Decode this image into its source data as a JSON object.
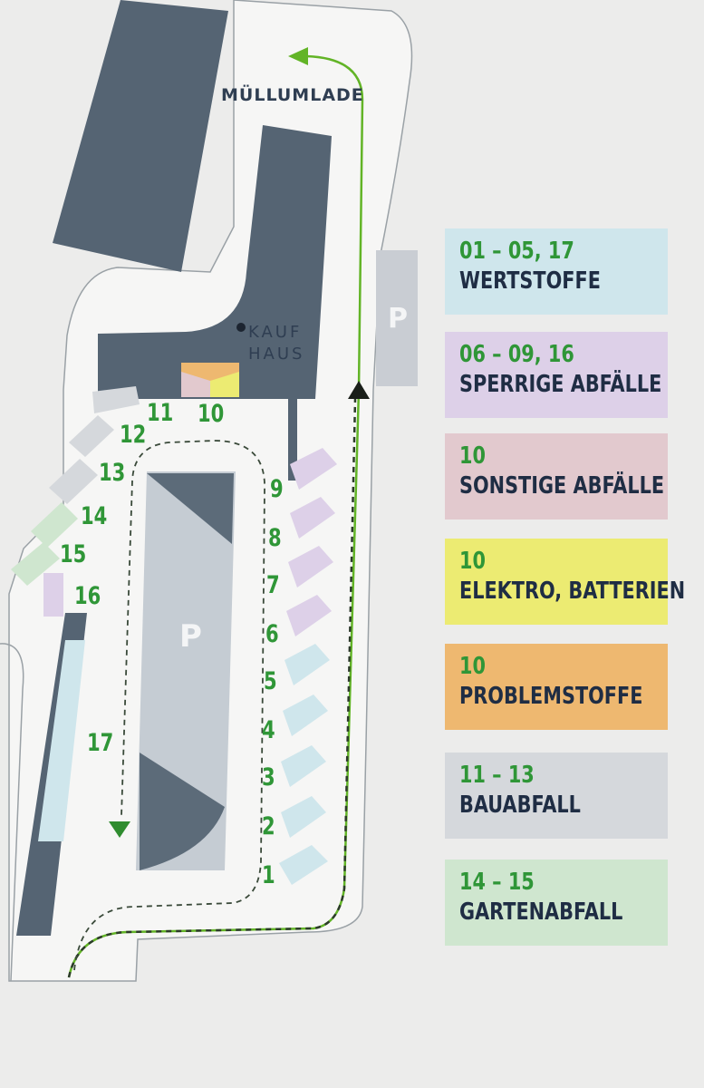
{
  "map": {
    "labels": {
      "muellumlade": "MÜLLUMLADE",
      "kaufhaus_line1": "KAUF",
      "kaufhaus_line2": "HAUS",
      "parking_symbol": "P"
    },
    "station_numbers": [
      "1",
      "2",
      "3",
      "4",
      "5",
      "6",
      "7",
      "8",
      "9",
      "10",
      "11",
      "12",
      "13",
      "14",
      "15",
      "16",
      "17"
    ],
    "route_colors": {
      "entry_route": "#62b426",
      "exit_route": "#2c3a2a"
    }
  },
  "legend": [
    {
      "range": "01 – 05, 17",
      "title": "WERTSTOFFE",
      "color": "#cfe6ec"
    },
    {
      "range": "06 – 09, 16",
      "title": "SPERRIGE ABFÄLLE",
      "color": "#ddd0e8"
    },
    {
      "range": "10",
      "title": "SONSTIGE ABFÄLLE",
      "color": "#e2c9ce"
    },
    {
      "range": "10",
      "title": "ELEKTRO, BATTERIEN",
      "color": "#eceb72"
    },
    {
      "range": "10",
      "title": "PROBLEMSTOFFE",
      "color": "#eeb870"
    },
    {
      "range": "11 – 13",
      "title": "BAUABFALL",
      "color": "#d5d8dc"
    },
    {
      "range": "14 – 15",
      "title": "GARTENABFALL",
      "color": "#cfe6cf"
    }
  ]
}
